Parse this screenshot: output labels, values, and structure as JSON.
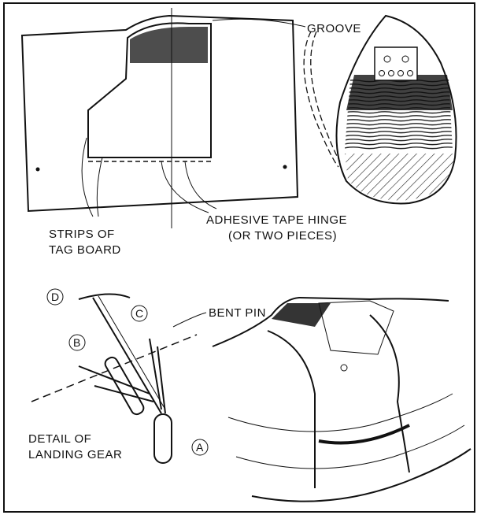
{
  "labels": {
    "groove": "GROOVE",
    "strips_line1": "STRIPS OF",
    "strips_line2": "TAG BOARD",
    "hinge_line1": "ADHESIVE TAPE HINGE",
    "hinge_line2": "(OR TWO PIECES)",
    "bent_pin": "BENT PIN",
    "detail_line1": "DETAIL OF",
    "detail_line2": "LANDING GEAR",
    "a": "A",
    "b": "B",
    "c": "C",
    "d": "D"
  }
}
